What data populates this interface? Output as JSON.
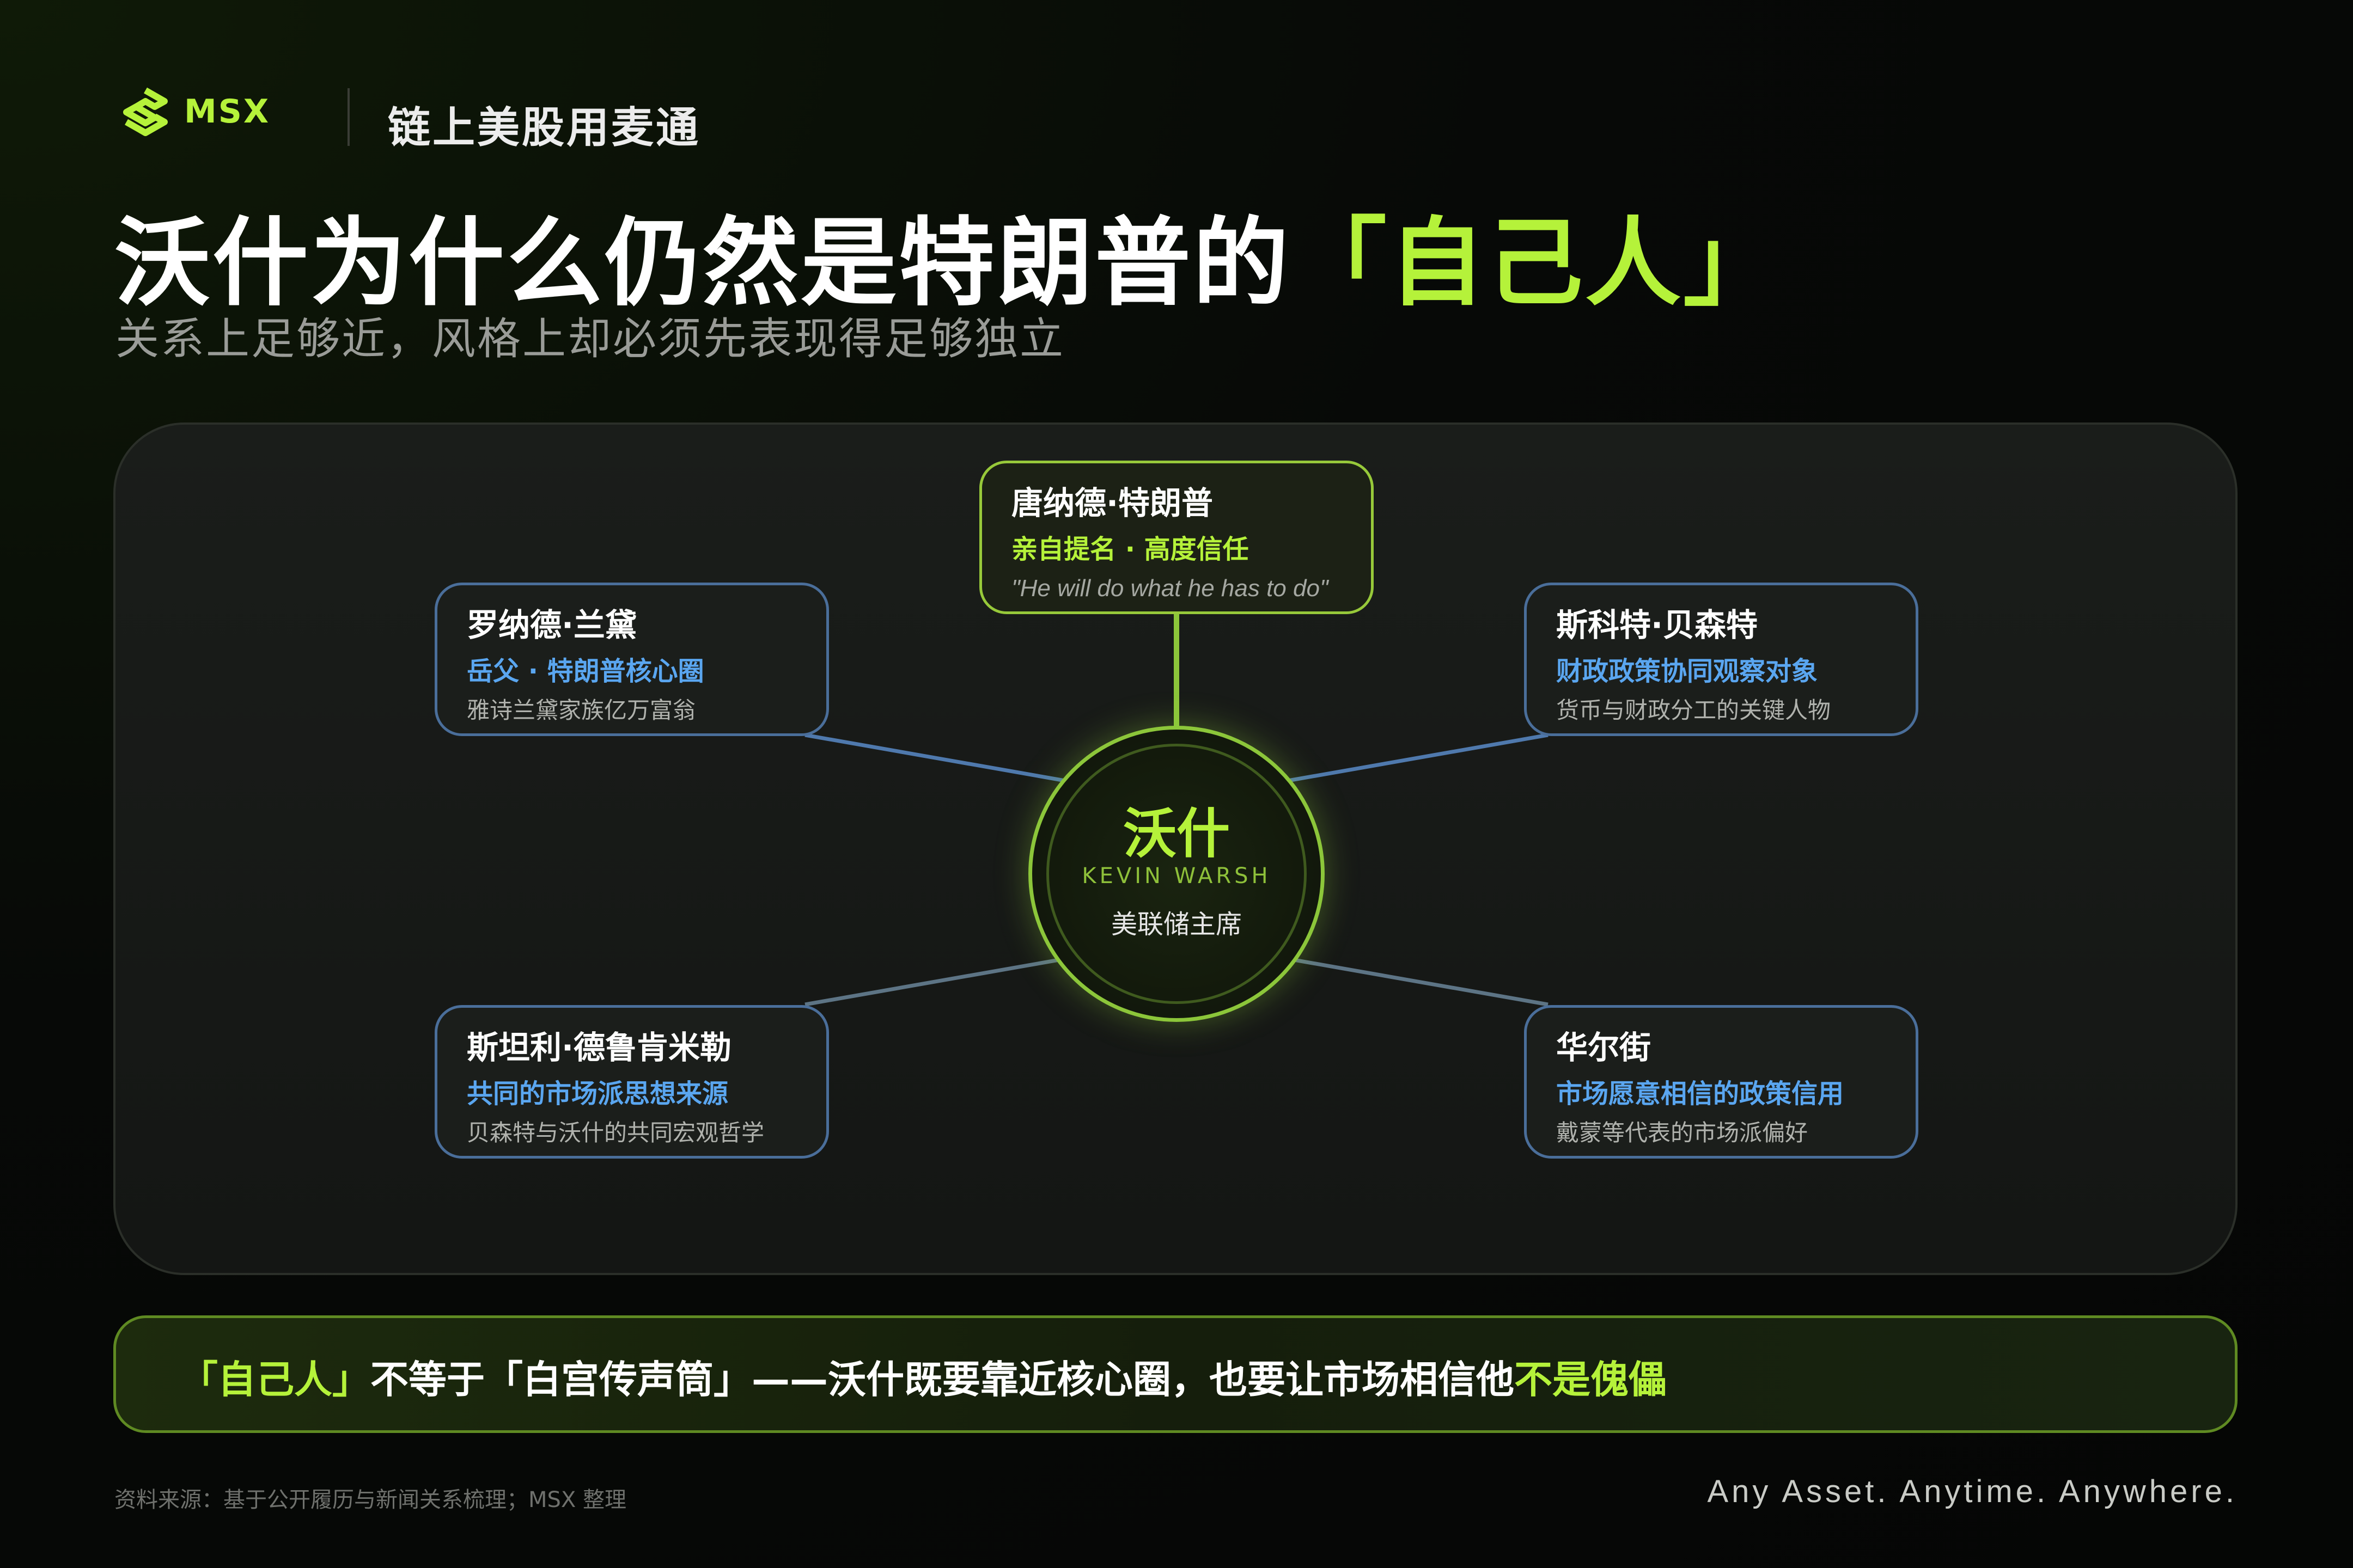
{
  "header": {
    "brand_name": "MSX",
    "tagline": "链上美股用麦通"
  },
  "title": {
    "main": "沃什为什么仍然是特朗普的",
    "highlight": "「自己人」"
  },
  "subtitle": "关系上足够近，风格上却必须先表现得足够独立",
  "diagram": {
    "center": {
      "name_cn": "沃什",
      "name_en": "KEVIN WARSH",
      "position": "美联储主席"
    },
    "nodes": [
      {
        "id": "trump",
        "name": "唐纳德·特朗普",
        "role": "亲自提名 · 高度信任",
        "desc": "\"He will do what he has to do\""
      },
      {
        "id": "lauder",
        "name": "罗纳德·兰黛",
        "role": "岳父 · 特朗普核心圈",
        "desc": "雅诗兰黛家族亿万富翁"
      },
      {
        "id": "bessent",
        "name": "斯科特·贝森特",
        "role": "财政政策协同观察对象",
        "desc": "货币与财政分工的关键人物"
      },
      {
        "id": "druckenmiller",
        "name": "斯坦利·德鲁肯米勒",
        "role": "共同的市场派思想来源",
        "desc": "贝森特与沃什的共同宏观哲学"
      },
      {
        "id": "wallstreet",
        "name": "华尔街",
        "role": "市场愿意相信的政策信用",
        "desc": "戴蒙等代表的市场派偏好"
      }
    ]
  },
  "banner": {
    "part1": "「自己人」",
    "part2": "不等于「白宫传声筒」——沃什既要靠近核心圈，也要让市场相信他",
    "part3": "不是傀儡"
  },
  "footer": {
    "source": "资料来源：基于公开履历与新闻关系梳理；MSX 整理",
    "slogan": "Any Asset. Anytime. Anywhere."
  },
  "colors": {
    "accent": "#b5f23a",
    "blue_role": "#5aa6f0",
    "blue_border": "#4a6e9a",
    "background": "#070907"
  },
  "icons": {
    "brand_logo": "msx-logo-icon"
  }
}
